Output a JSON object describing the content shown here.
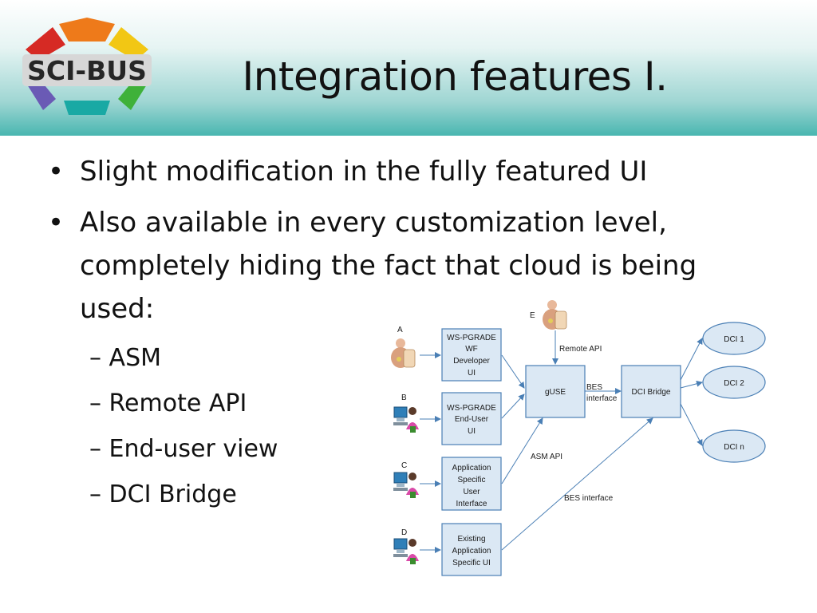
{
  "logo": {
    "text": "SCI-BUS"
  },
  "slide": {
    "title": "Integration features I."
  },
  "bullets": [
    {
      "text": "Slight modification in the fully featured UI"
    },
    {
      "line1": "Also available in every customization level,",
      "line2": "completely hiding the fact that cloud is being",
      "line3": "used:"
    }
  ],
  "sub_bullets": [
    {
      "dash": "–",
      "text": "ASM"
    },
    {
      "dash": "–",
      "text": "Remote API"
    },
    {
      "dash": "–",
      "text": "End-user view"
    },
    {
      "dash": "–",
      "text": "DCI Bridge"
    }
  ],
  "diagram": {
    "users": {
      "a": "A",
      "b": "B",
      "c": "C",
      "d": "D",
      "e": "E"
    },
    "boxes": {
      "ws_dev": [
        "WS-PGRADE",
        "WF",
        "Developer",
        "UI"
      ],
      "ws_end": [
        "WS-PGRADE",
        "End-User",
        "UI"
      ],
      "app_spec": [
        "Application",
        "Specific",
        "User",
        "Interface"
      ],
      "existing": [
        "Existing",
        "Application",
        "Specific UI"
      ],
      "guse": "gUSE",
      "dci_bridge": "DCI Bridge"
    },
    "dcis": [
      "DCI 1",
      "DCI 2",
      "DCI n"
    ],
    "labels": {
      "remote_api": "Remote API",
      "bes1": "BES",
      "bes2": "interface",
      "asm_api": "ASM API",
      "bes_interface": "BES interface"
    },
    "colors": {
      "box_fill": "#dbe8f4",
      "box_stroke": "#4a7fb5",
      "arrow": "#4a7fb5"
    }
  }
}
